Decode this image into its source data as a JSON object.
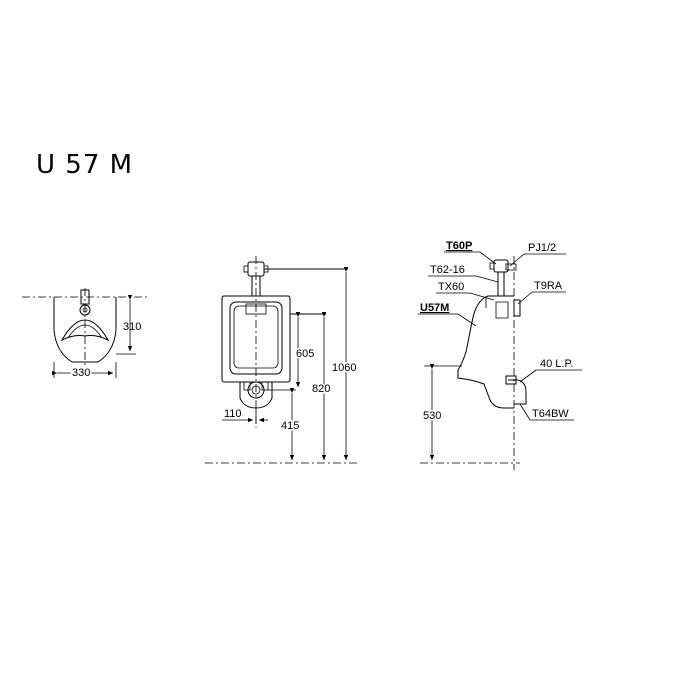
{
  "title": "U 57 M",
  "front_view": {
    "width_dim": "330",
    "height_dim": "310"
  },
  "elevation_view": {
    "dim_110": "110",
    "dim_415": "415",
    "dim_605": "605",
    "dim_820": "820",
    "dim_1060": "1060"
  },
  "side_view": {
    "label_t60p": "T60P",
    "label_pj": "PJ1/2",
    "label_t62": "T62-16",
    "label_tx60": "TX60",
    "label_t9ra": "T9RA",
    "label_u57m": "U57M",
    "label_40lp": "40 L.P.",
    "label_t64bw": "T64BW",
    "dim_530": "530"
  }
}
